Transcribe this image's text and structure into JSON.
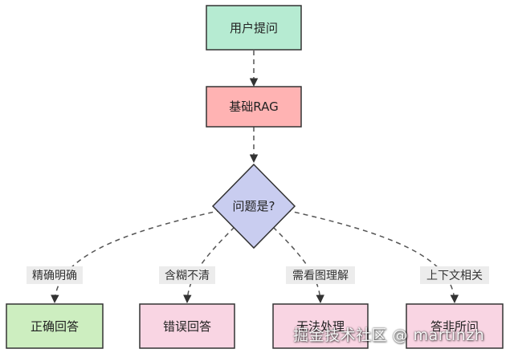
{
  "diagram": {
    "nodes": {
      "user_question": {
        "label": "用户提问",
        "shape": "rect",
        "fill": "#b6ebd2",
        "stroke": "#333333"
      },
      "basic_rag": {
        "label": "基础RAG",
        "shape": "rect",
        "fill": "#ffb3b3",
        "stroke": "#333333"
      },
      "decision": {
        "label": "问题是?",
        "shape": "diamond",
        "fill": "#c9cdf0",
        "stroke": "#333333"
      },
      "correct_answer": {
        "label": "正确回答",
        "shape": "rect",
        "fill": "#cdeec0",
        "stroke": "#333333"
      },
      "wrong_answer": {
        "label": "错误回答",
        "shape": "rect",
        "fill": "#f9d5e3",
        "stroke": "#333333"
      },
      "cannot_handle": {
        "label": "无法处理",
        "shape": "rect",
        "fill": "#f9d5e3",
        "stroke": "#333333"
      },
      "irrelevant_answer": {
        "label": "答非所问",
        "shape": "rect",
        "fill": "#f9d5e3",
        "stroke": "#333333"
      }
    },
    "edges": [
      {
        "from": "user_question",
        "to": "basic_rag",
        "label": ""
      },
      {
        "from": "basic_rag",
        "to": "decision",
        "label": ""
      },
      {
        "from": "decision",
        "to": "correct_answer",
        "label": "精确明确"
      },
      {
        "from": "decision",
        "to": "wrong_answer",
        "label": "含糊不清"
      },
      {
        "from": "decision",
        "to": "cannot_handle",
        "label": "需看图理解"
      },
      {
        "from": "decision",
        "to": "irrelevant_answer",
        "label": "上下文相关"
      }
    ],
    "edge_style": {
      "stroke": "#555555",
      "dashed": true,
      "label_bg": "#ececec"
    }
  },
  "watermark": {
    "text": "掘金技术社区 @ martinzh"
  }
}
